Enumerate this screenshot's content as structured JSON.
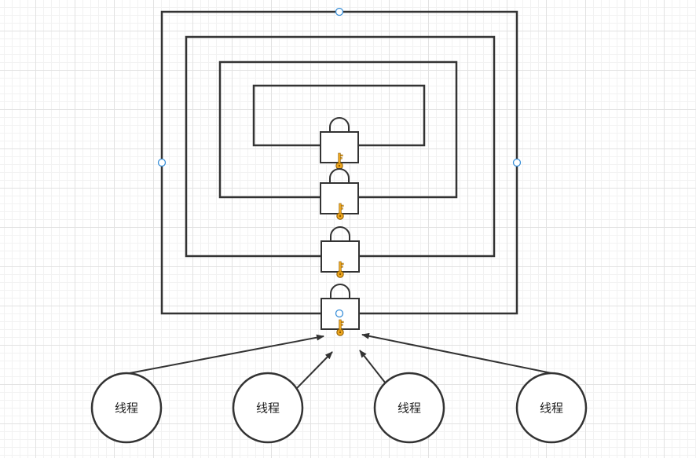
{
  "threads": [
    {
      "label": "线程"
    },
    {
      "label": "线程"
    },
    {
      "label": "线程"
    },
    {
      "label": "线程"
    }
  ],
  "colors": {
    "stroke": "#333333",
    "key": "#f0a820",
    "key_outline": "#8a5a00",
    "selection_handle": "#3a8fd8"
  },
  "icons": [
    "padlock-icon",
    "key-icon",
    "selection-handle"
  ]
}
